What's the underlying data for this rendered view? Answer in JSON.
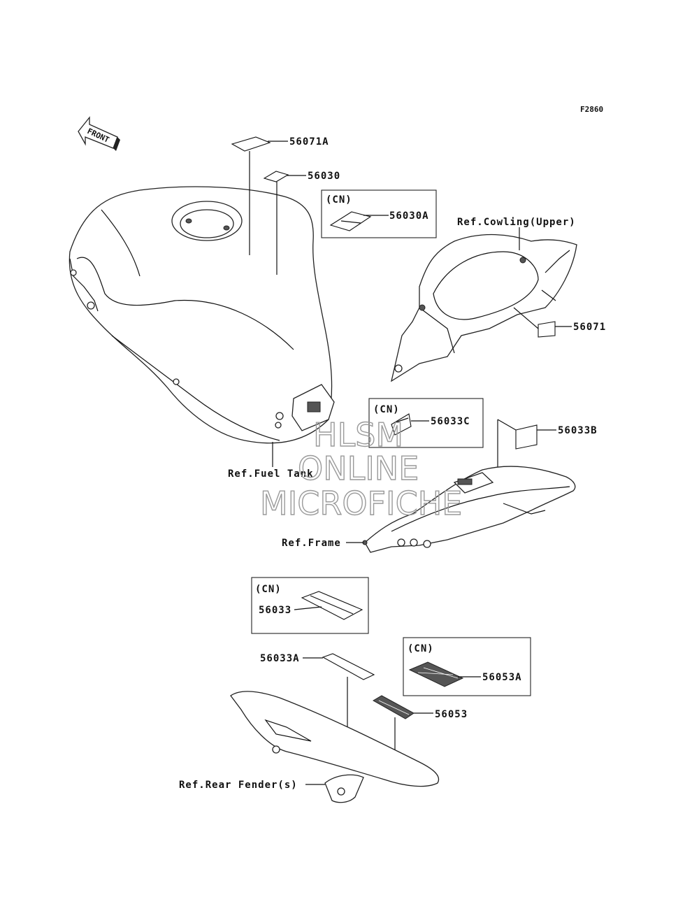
{
  "figure_code": "F2860",
  "front_arrow_label": "FRONT",
  "parts": {
    "p56071A": "56071A",
    "p56030": "56030",
    "p56030A": "56030A",
    "p56071": "56071",
    "p56033C": "56033C",
    "p56033B": "56033B",
    "p56033": "56033",
    "p56033A": "56033A",
    "p56053A": "56053A",
    "p56053": "56053"
  },
  "cn_tag": "(CN)",
  "refs": {
    "cowling": "Ref.Cowling(Upper)",
    "fuel_tank": "Ref.Fuel Tank",
    "frame": "Ref.Frame",
    "rear_fender": "Ref.Rear Fender(s)"
  },
  "watermark": {
    "line1": "HLSM",
    "line2": "ONLINE",
    "line3": "MICROFICHE"
  }
}
